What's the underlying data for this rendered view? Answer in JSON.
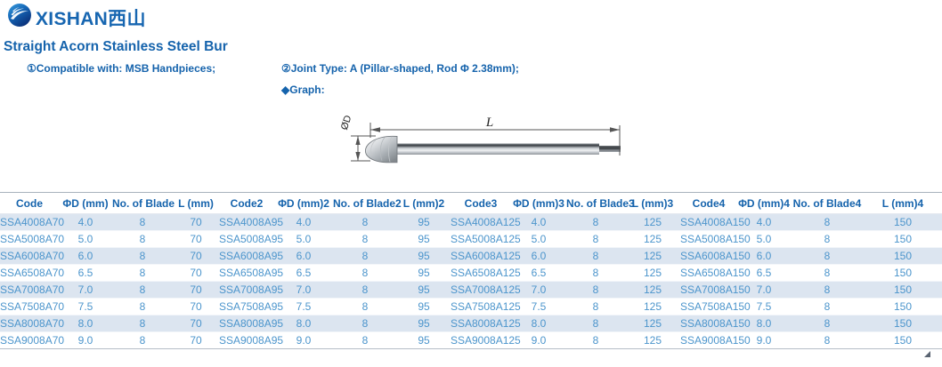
{
  "logo": {
    "brand": "XISHAN西山"
  },
  "header": {
    "title": "Straight Acorn Stainless Steel Bur"
  },
  "notes": {
    "compatible": "①Compatible with: MSB Handpieces;",
    "joint_type": "②Joint Type: A (Pillar-shaped, Rod Φ 2.38mm);",
    "graph_label": "◆Graph:"
  },
  "diagram": {
    "length_label": "L",
    "diameter_label": "ØD"
  },
  "table": {
    "headers": [
      "Code",
      "ΦD (mm)",
      "No. of Blade",
      "L (mm)",
      "Code2",
      "ΦD (mm)2",
      "No. of Blade2",
      "L (mm)2",
      "Code3",
      "ΦD (mm)3",
      "No. of Blade3",
      "L (mm)3",
      "Code4",
      "ΦD (mm)4",
      "No. of Blade4",
      "L (mm)4"
    ],
    "rows": [
      [
        "SSA4008A70",
        "4.0",
        "8",
        "70",
        "SSA4008A95",
        "4.0",
        "8",
        "95",
        "SSA4008A125",
        "4.0",
        "8",
        "125",
        "SSA4008A150",
        "4.0",
        "8",
        "150"
      ],
      [
        "SSA5008A70",
        "5.0",
        "8",
        "70",
        "SSA5008A95",
        "5.0",
        "8",
        "95",
        "SSA5008A125",
        "5.0",
        "8",
        "125",
        "SSA5008A150",
        "5.0",
        "8",
        "150"
      ],
      [
        "SSA6008A70",
        "6.0",
        "8",
        "70",
        "SSA6008A95",
        "6.0",
        "8",
        "95",
        "SSA6008A125",
        "6.0",
        "8",
        "125",
        "SSA6008A150",
        "6.0",
        "8",
        "150"
      ],
      [
        "SSA6508A70",
        "6.5",
        "8",
        "70",
        "SSA6508A95",
        "6.5",
        "8",
        "95",
        "SSA6508A125",
        "6.5",
        "8",
        "125",
        "SSA6508A150",
        "6.5",
        "8",
        "150"
      ],
      [
        "SSA7008A70",
        "7.0",
        "8",
        "70",
        "SSA7008A95",
        "7.0",
        "8",
        "95",
        "SSA7008A125",
        "7.0",
        "8",
        "125",
        "SSA7008A150",
        "7.0",
        "8",
        "150"
      ],
      [
        "SSA7508A70",
        "7.5",
        "8",
        "70",
        "SSA7508A95",
        "7.5",
        "8",
        "95",
        "SSA7508A125",
        "7.5",
        "8",
        "125",
        "SSA7508A150",
        "7.5",
        "8",
        "150"
      ],
      [
        "SSA8008A70",
        "8.0",
        "8",
        "70",
        "SSA8008A95",
        "8.0",
        "8",
        "95",
        "SSA8008A125",
        "8.0",
        "8",
        "125",
        "SSA8008A150",
        "8.0",
        "8",
        "150"
      ],
      [
        "SSA9008A70",
        "9.0",
        "8",
        "70",
        "SSA9008A95",
        "9.0",
        "8",
        "95",
        "SSA9008A125",
        "9.0",
        "8",
        "125",
        "SSA9008A150",
        "9.0",
        "8",
        "150"
      ]
    ]
  },
  "colors": {
    "accent_blue": "#1563ac",
    "data_blue": "#4c95cc",
    "row_alt_bg": "#dce5f0",
    "border_gray": "#a9b2bc"
  }
}
